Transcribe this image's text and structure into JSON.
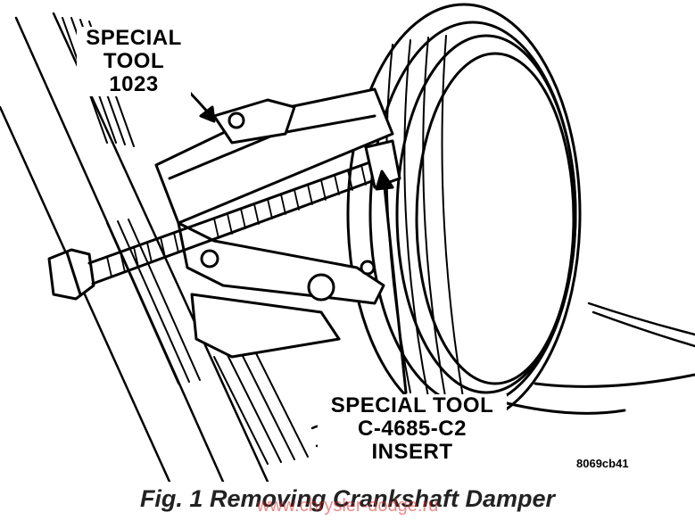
{
  "labels": {
    "tool_1023": [
      "SPECIAL",
      "TOOL",
      "1023"
    ],
    "tool_c4685": [
      "SPECIAL TOOL",
      "C-4685-C2",
      "INSERT"
    ]
  },
  "figure_code": "8069cb41",
  "caption": "Fig. 1 Removing Crankshaft Damper",
  "watermark": "www.chrysler-dodge.ru",
  "colors": {
    "line": "#000000",
    "background": "#ffffff",
    "caption": "#222222",
    "watermark": "#dc2828"
  }
}
